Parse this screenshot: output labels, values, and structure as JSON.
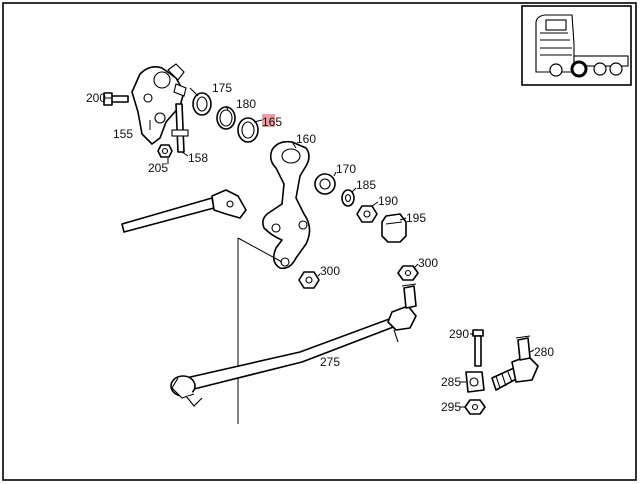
{
  "labels": {
    "p155": "155",
    "p158": "158",
    "p160": "160",
    "p165": "165",
    "p170": "170",
    "p175": "175",
    "p180": "180",
    "p185": "185",
    "p190": "190",
    "p195": "195",
    "p200": "200",
    "p205": "205",
    "p275": "275",
    "p280": "280",
    "p285": "285",
    "p290": "290",
    "p295": "295",
    "p300a": "300",
    "p300b": "300"
  },
  "colors": {
    "highlight": "#e9a0a5",
    "line": "#000000",
    "background": "#ffffff"
  },
  "icons": {
    "inset": "truck-cab-icon"
  }
}
